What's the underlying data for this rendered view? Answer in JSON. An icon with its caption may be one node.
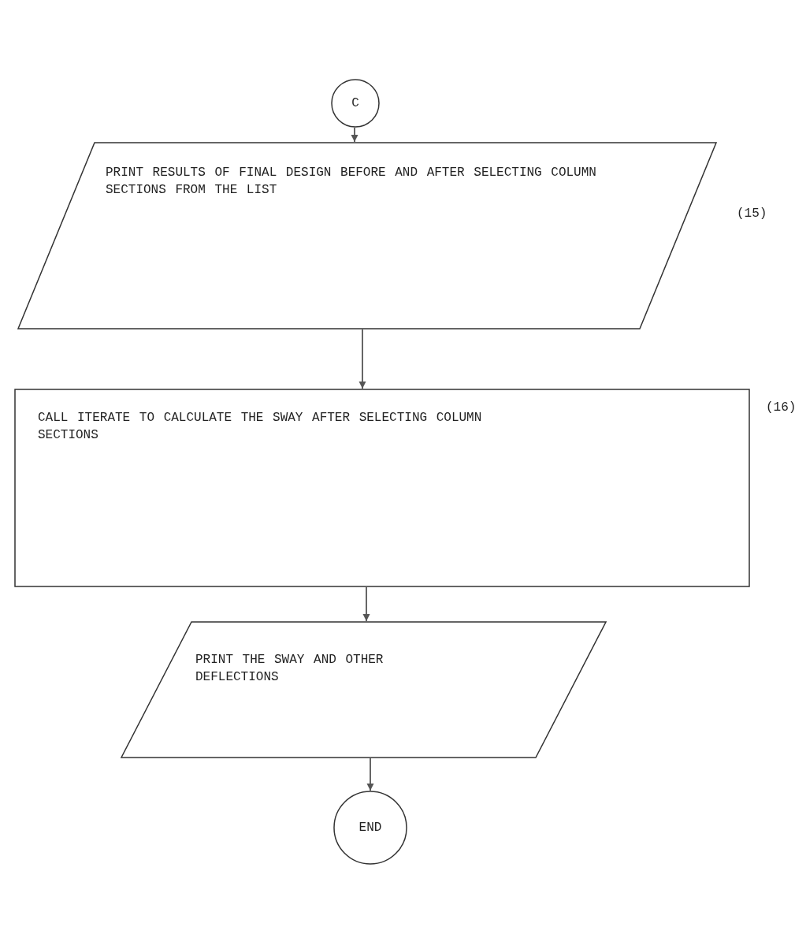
{
  "diagram": {
    "nodes": [
      {
        "text": [
          "C"
        ]
      },
      {
        "text": [
          "PRINT RESULTS OF FINAL DESIGN BEFORE AND AFTER SELECTING COLUMN SECTIONS FROM THE LIST"
        ],
        "beside": [
          "(15)"
        ]
      },
      {
        "text": [
          "CALL ITERATE TO CALCULATE THE SWAY AFTER SELECTING COLUMN SECTIONS"
        ],
        "beside": [
          "(16)"
        ]
      },
      {
        "text": [
          "PRINT THE SWAY AND OTHER DEFLECTIONS"
        ]
      },
      {
        "text": [
          "END"
        ]
      }
    ],
    "edges": [
      {
        "from": 0,
        "to": 1,
        "arrow": "to"
      },
      {
        "from": 1,
        "to": 2,
        "arrow": "to"
      },
      {
        "from": 2,
        "to": 3,
        "arrow": "to"
      },
      {
        "from": 3,
        "to": 4,
        "arrow": "to"
      }
    ]
  }
}
